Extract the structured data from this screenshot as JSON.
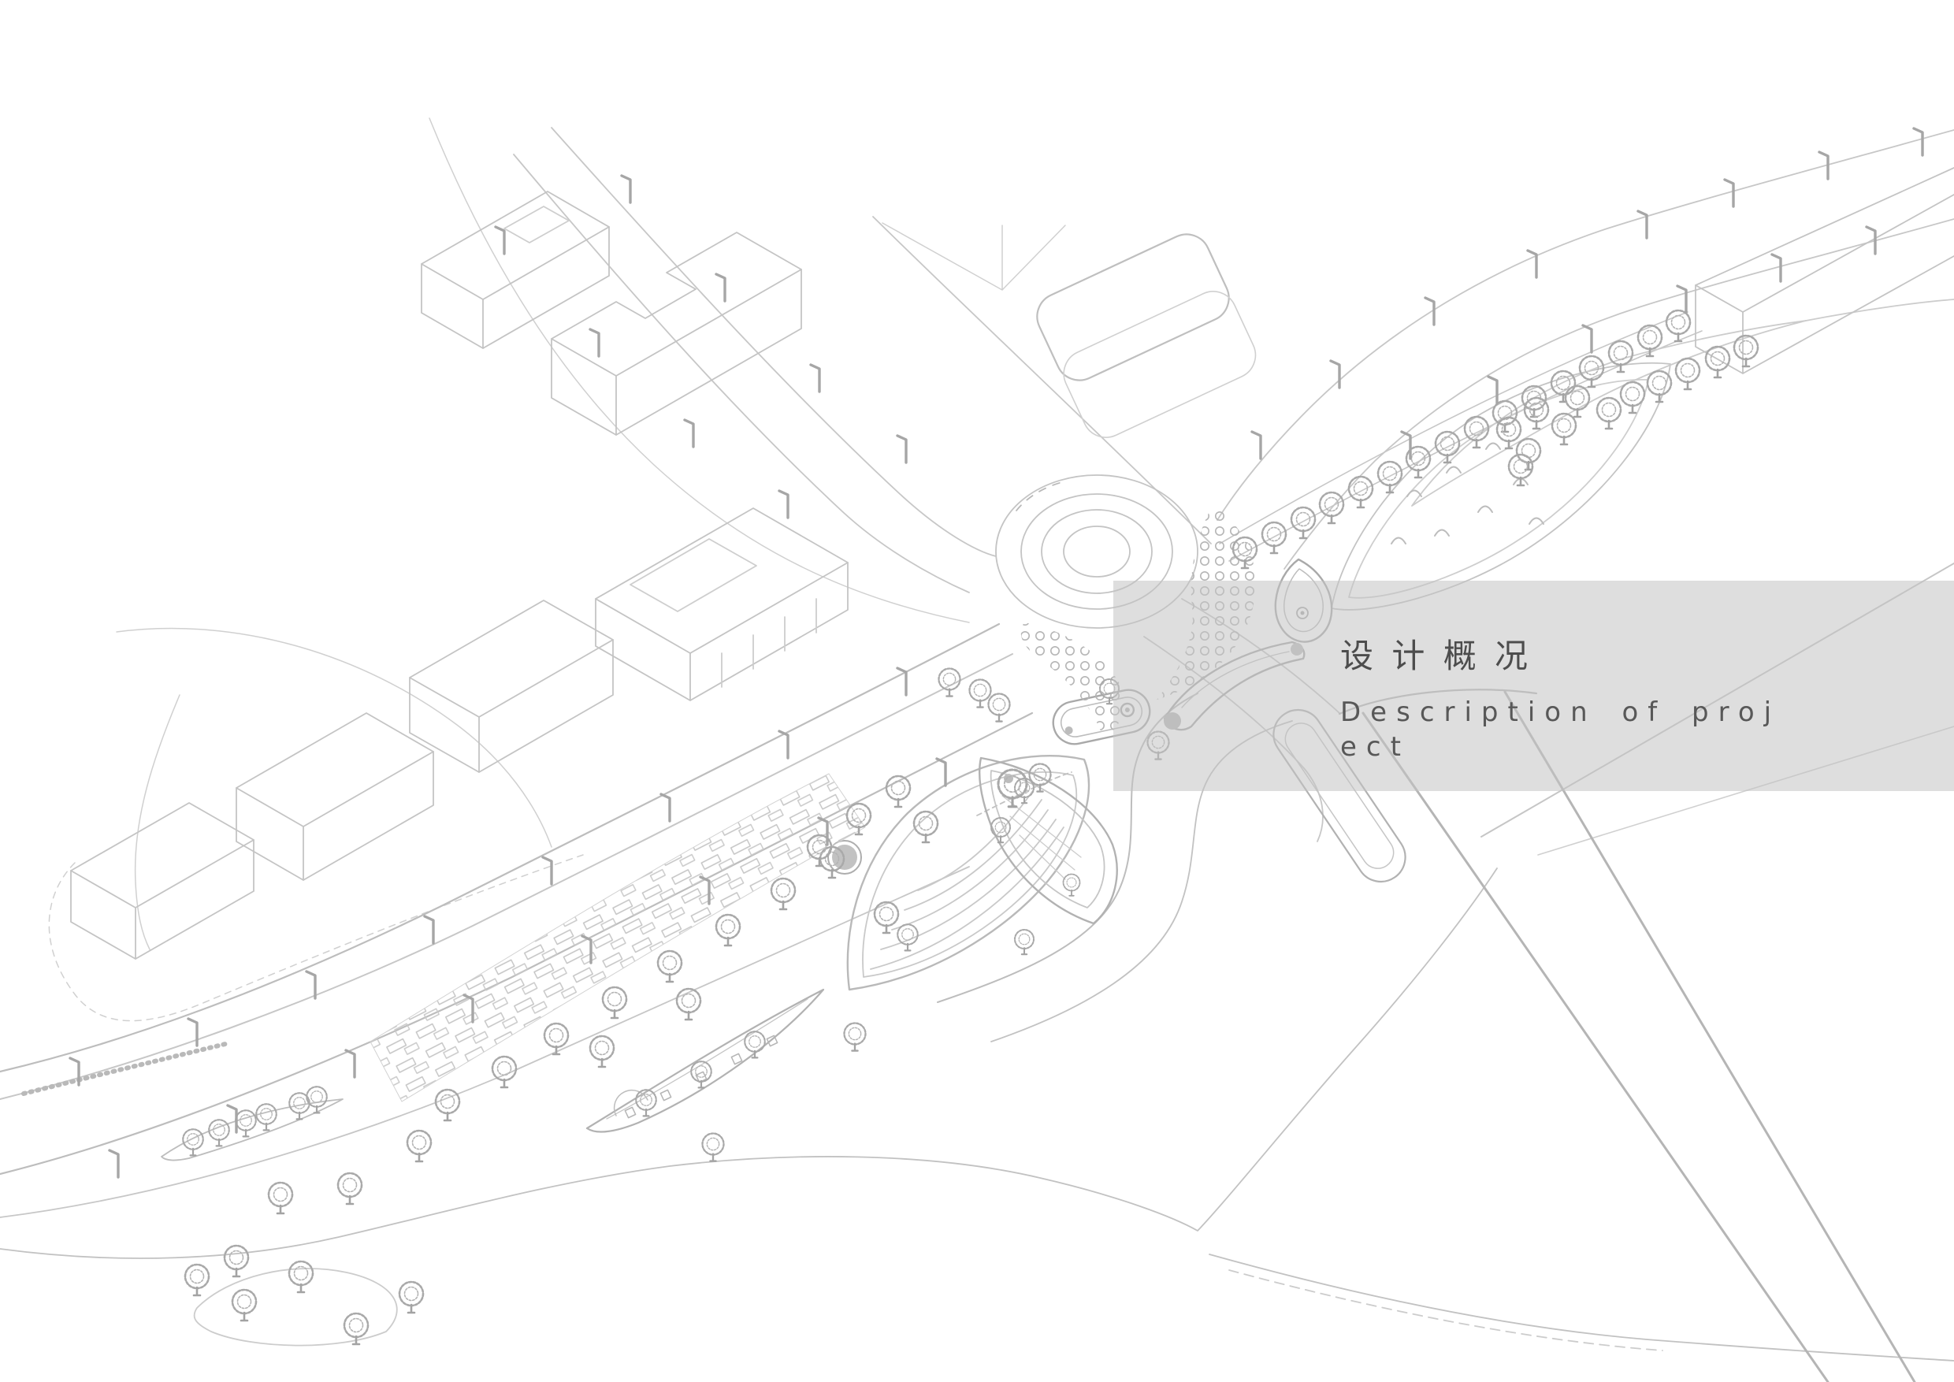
{
  "banner": {
    "title": "设 计 概 况",
    "subtitle_line1": "Description of proj",
    "subtitle_line2": "ect",
    "background_color": "#e0e0e0",
    "title_color": "#4d4d4d",
    "subtitle_color": "#585858"
  },
  "drawing": {
    "line_color": "#c7c7c7",
    "accent_line_color": "#a9a9a9",
    "background_color": "#ffffff"
  }
}
